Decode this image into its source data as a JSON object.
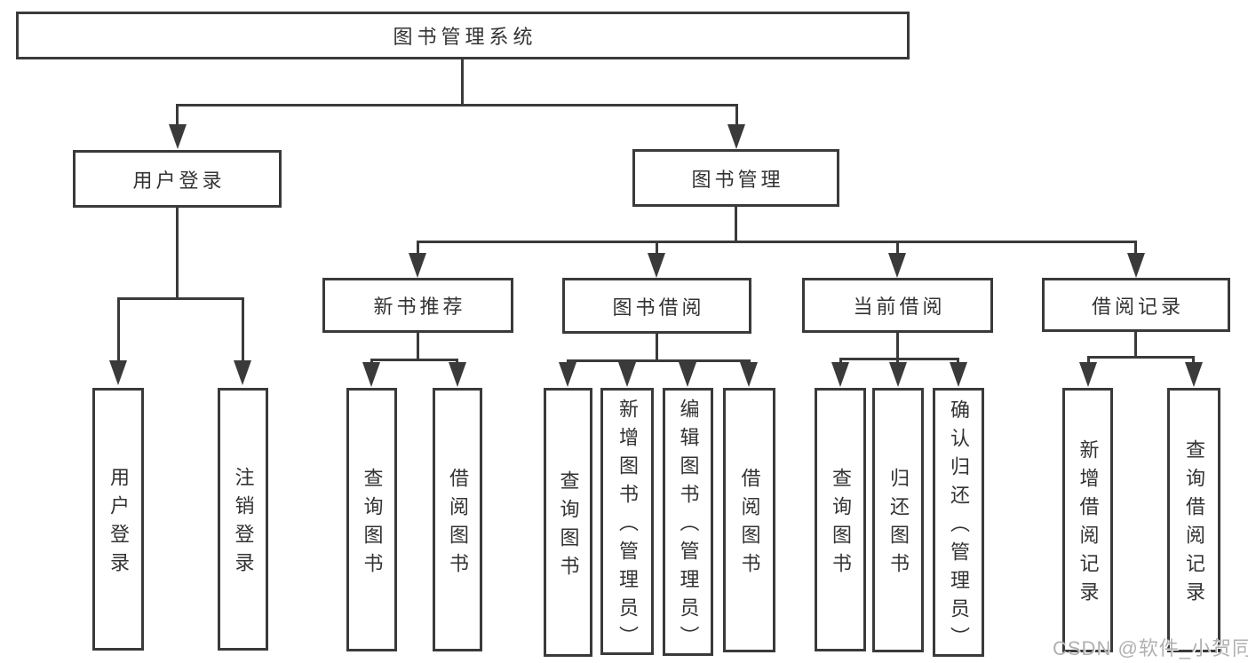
{
  "tree": {
    "root": {
      "label": "图书管理系统"
    },
    "branches": [
      {
        "label": "用户登录",
        "leaves": [
          {
            "label": "用户登录"
          },
          {
            "label": "注销登录"
          }
        ]
      },
      {
        "label": "图书管理",
        "groups": [
          {
            "label": "新书推荐",
            "leaves": [
              {
                "label": "查询图书"
              },
              {
                "label": "借阅图书"
              }
            ]
          },
          {
            "label": "图书借阅",
            "leaves": [
              {
                "label": "查询图书"
              },
              {
                "label": "新增图书（管理员）"
              },
              {
                "label": "编辑图书（管理员）"
              },
              {
                "label": "借阅图书"
              }
            ]
          },
          {
            "label": "当前借阅",
            "leaves": [
              {
                "label": "查询图书"
              },
              {
                "label": "归还图书"
              },
              {
                "label": "确认归还（管理员）"
              }
            ]
          },
          {
            "label": "借阅记录",
            "leaves": [
              {
                "label": "新增借阅记录"
              },
              {
                "label": "查询借阅记录"
              }
            ]
          }
        ]
      }
    ]
  },
  "watermark": {
    "text": "CSDN @软件_小贺同学"
  },
  "colors": {
    "line": "#3a3a3a",
    "text": "#333333",
    "watermark": "#b0b0b0",
    "background": "#ffffff"
  }
}
